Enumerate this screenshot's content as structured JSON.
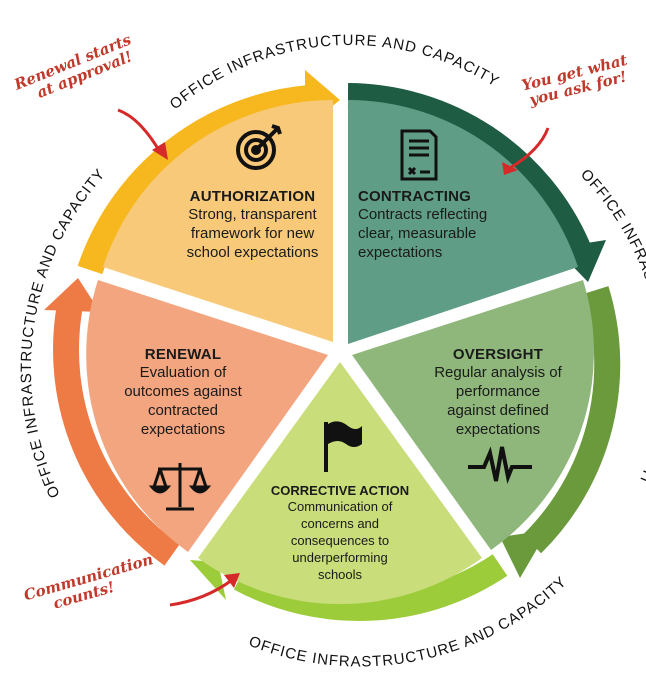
{
  "arc_labels": {
    "top": "OFFICE INFRASTRUCTURE AND CAPACITY",
    "right": "OFFICE INFRASTRUCTURE AND CAPACITY",
    "bottom": "OFFICE INFRASTRUCTURE AND CAPACITY",
    "left": "OFFICE INFRASTRUCTURE AND CAPACITY"
  },
  "segments": {
    "authorization": {
      "title": "AUTHORIZATION",
      "desc": [
        "Strong, transparent",
        "framework for new",
        "school expectations"
      ],
      "color": "#f9c97a",
      "icon": "target-icon"
    },
    "contracting": {
      "title": "CONTRACTING",
      "desc": [
        "Contracts reflecting",
        "clear, measurable",
        "expectations"
      ],
      "color": "#5f9d86",
      "icon": "document-icon"
    },
    "oversight": {
      "title": "OVERSIGHT",
      "desc": [
        "Regular analysis of",
        "performance",
        "against defined",
        "expectations"
      ],
      "color": "#8fb77b",
      "icon": "pulse-icon"
    },
    "corrective": {
      "title": "CORRECTIVE ACTION",
      "desc": [
        "Communication of",
        "concerns and",
        "consequences to",
        "underperforming",
        "schools"
      ],
      "color": "#c9dd7a",
      "icon": "flag-icon"
    },
    "renewal": {
      "title": "RENEWAL",
      "desc": [
        "Evaluation of",
        "outcomes against",
        "contracted",
        "expectations"
      ],
      "color": "#f3a57f",
      "icon": "scales-icon"
    }
  },
  "notes": {
    "renewal": [
      "Renewal starts",
      "at approval!"
    ],
    "contract": [
      "You get what",
      "you ask for!"
    ],
    "communication": [
      "Communication",
      "counts!"
    ]
  },
  "colors": {
    "arc_yellow": "#f6b81e",
    "arc_darkgreen": "#1e5c44",
    "arc_green": "#6a9a3c",
    "arc_lime": "#9ccc3a",
    "arc_orange": "#ee7a45",
    "note_red": "#c0392b"
  }
}
